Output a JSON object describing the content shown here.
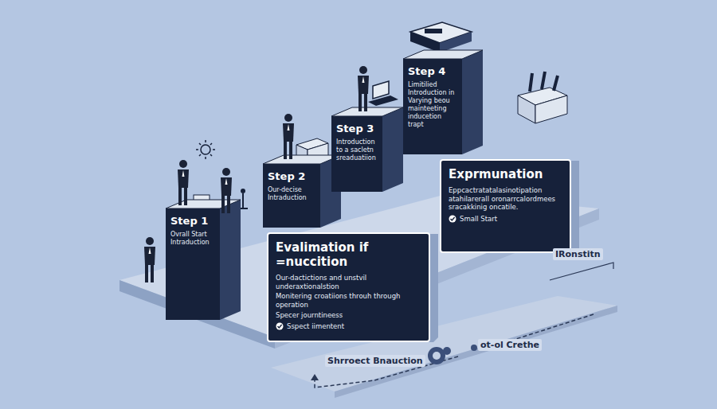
{
  "diagram": {
    "nodes": [
      {
        "text": [
          "Step 1",
          "Ovrall Start Intraduction"
        ]
      },
      {
        "text": [
          "Step 2",
          "Our-decise Intraduction"
        ]
      },
      {
        "text": [
          "Step 3",
          "Introduction to a sacletn sreaduatiion"
        ]
      },
      {
        "text": [
          "Step 4",
          "Limitilied Introduction in Varying beou mainteeting inducetion trapt"
        ]
      },
      {
        "text": [
          "Evalimation if =nuccition",
          "Our-dactictions and unstvil underaxtionalstion",
          "Monitering croatiions throuh through operation",
          "Specer journtineess",
          "Sspect iimentent"
        ]
      },
      {
        "text": [
          "Exprmunation",
          "Eppcactratatalasinotipation atahilarerall oronarrcalordmees sracakkinig oncatile.",
          "Small Start"
        ]
      }
    ],
    "labels": [
      "Shrroect Bnauction",
      "ot-ol Crethe",
      "IRonstitn"
    ]
  }
}
